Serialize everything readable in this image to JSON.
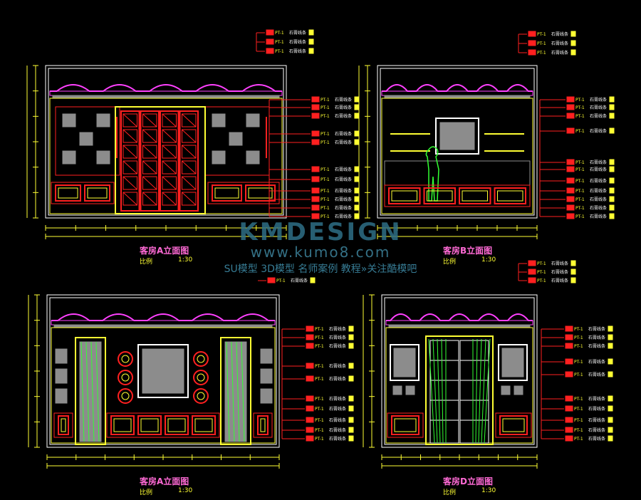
{
  "watermark": {
    "logo": "KMDESIGN",
    "url": "www.kumo8.com",
    "slogan": "SU模型 3D模型 名师案例 教程»关注酷模吧"
  },
  "panels": [
    {
      "title": "客房A立面图",
      "scale_left": "比例",
      "scale_right": "1:30"
    },
    {
      "title": "客房B立面图",
      "scale_left": "比例",
      "scale_right": "1:30"
    },
    {
      "title": "客房A立面图",
      "scale_left": "比例",
      "scale_right": "1:30"
    },
    {
      "title": "客房D立面图",
      "scale_left": "比例",
      "scale_right": "1:30"
    }
  ],
  "callouts": {
    "code": "PT-1",
    "text": "石膏线条"
  },
  "colors": {
    "background": "#000000",
    "frame": "#ffffff",
    "red": "#ff2020",
    "yellow": "#ffff33",
    "magenta": "#ff40ff",
    "green": "#33ff33",
    "gray": "#8c8c8c",
    "watermark": "#2e6f86"
  }
}
